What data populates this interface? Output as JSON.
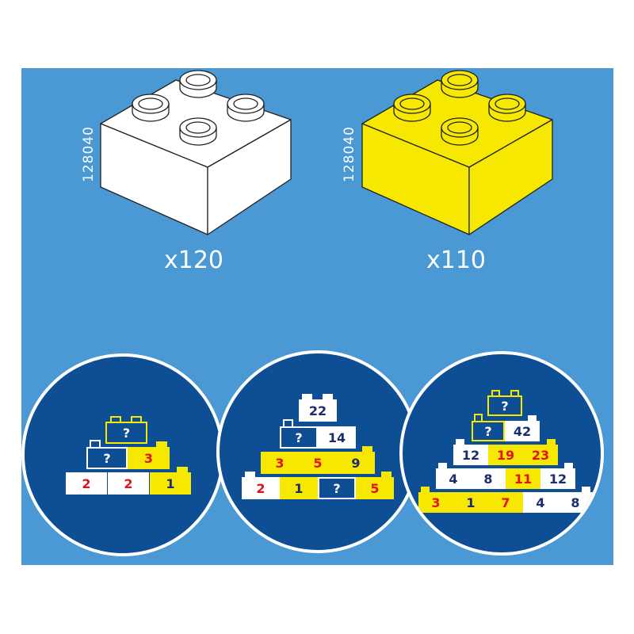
{
  "bricks": [
    {
      "code": "128040",
      "count": "x120",
      "color": "#ffffff"
    },
    {
      "code": "128040",
      "count": "x110",
      "color": "#f6e800"
    }
  ],
  "colors": {
    "background": "#4a98d4",
    "circle": "#0d4e94",
    "yellow": "#f6e800",
    "red": "#e2121b",
    "navy_text": "#1a2d6a"
  },
  "pyramids": [
    {
      "rows": [
        [
          "?"
        ],
        [
          "?",
          "3"
        ],
        [
          "2",
          "2",
          "1"
        ]
      ]
    },
    {
      "rows": [
        [
          "22"
        ],
        [
          "?",
          "14"
        ],
        [
          "3",
          "5",
          "9"
        ],
        [
          "2",
          "1",
          "?",
          "5"
        ]
      ]
    },
    {
      "rows": [
        [
          "?"
        ],
        [
          "?",
          "42"
        ],
        [
          "12",
          "19",
          "23"
        ],
        [
          "4",
          "8",
          "11",
          "12"
        ],
        [
          "3",
          "1",
          "7",
          "4",
          "8"
        ]
      ]
    }
  ]
}
